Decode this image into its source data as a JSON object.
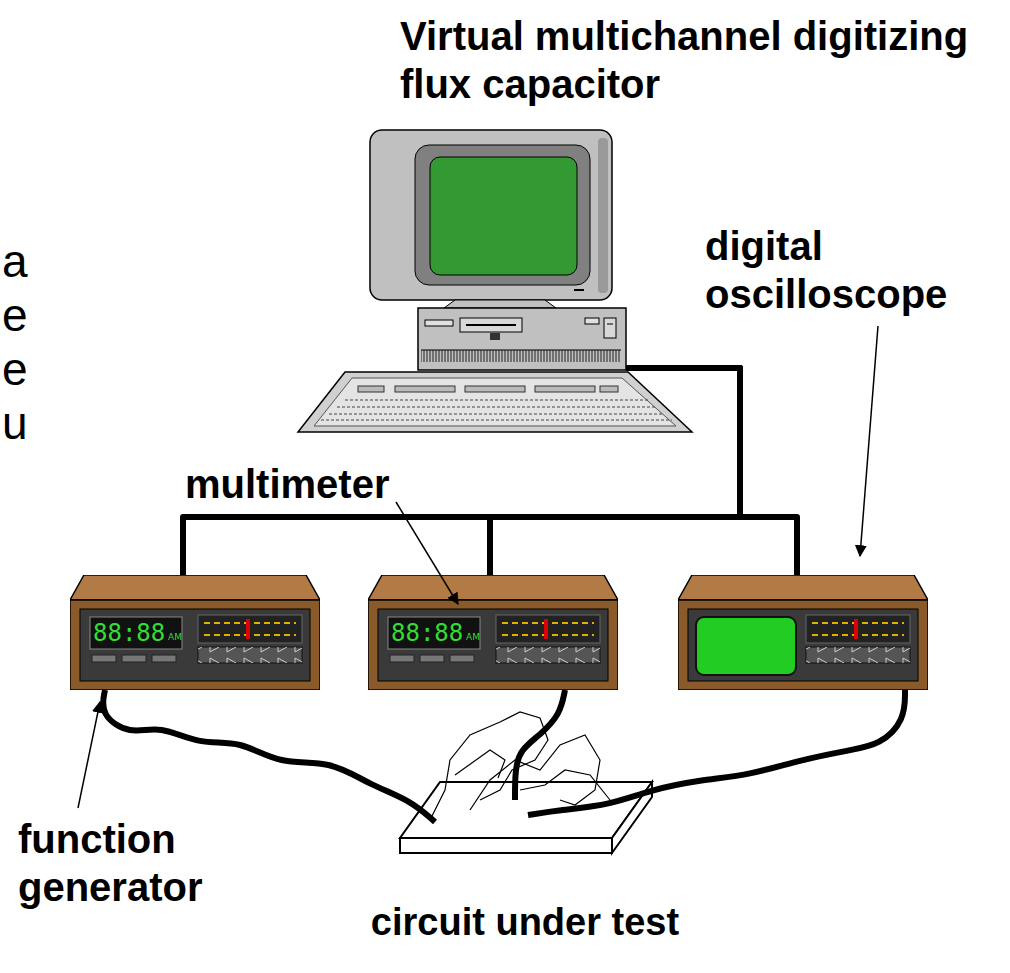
{
  "diagram": {
    "nodes": [
      {
        "text": [
          "Virtual multichannel digitizing flux capacitor"
        ]
      },
      {
        "text": [
          "function generator"
        ]
      },
      {
        "text": [
          "multimeter"
        ]
      },
      {
        "text": [
          "digital oscilloscope"
        ]
      },
      {
        "text": [
          "circuit under test"
        ]
      }
    ],
    "edges": [
      {
        "from": 0,
        "to": 1,
        "arrow": "none"
      },
      {
        "from": 0,
        "to": 2,
        "arrow": "none"
      },
      {
        "from": 0,
        "to": 3,
        "arrow": "none"
      },
      {
        "from": 1,
        "to": 4,
        "arrow": "none"
      },
      {
        "from": 2,
        "to": 4,
        "arrow": "none"
      },
      {
        "from": 3,
        "to": 4,
        "arrow": "none"
      }
    ],
    "labels": [
      "a",
      "e",
      "e",
      "u",
      "88:88",
      "AM",
      "88:88",
      "AM"
    ]
  }
}
